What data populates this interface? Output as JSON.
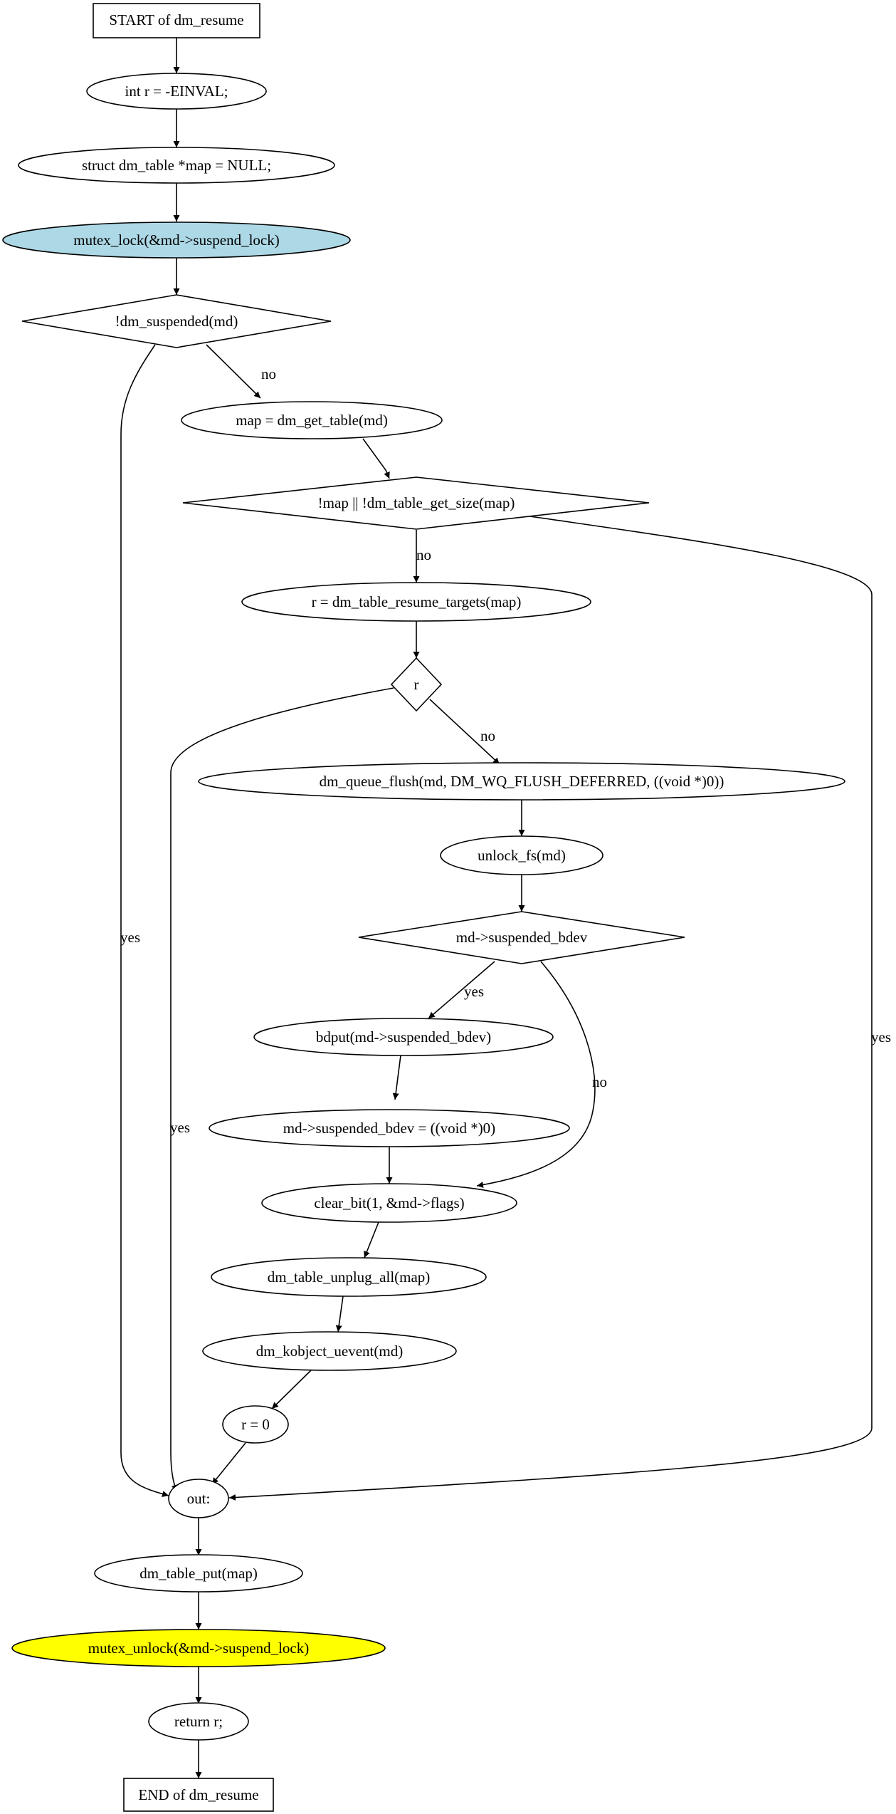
{
  "nodes": {
    "start": "START of dm_resume",
    "init_r": "int r = -EINVAL;",
    "init_map": "struct dm_table *map = NULL;",
    "lock": "mutex_lock(&md->suspend_lock)",
    "cond_suspended": "!dm_suspended(md)",
    "get_table": "map = dm_get_table(md)",
    "cond_map": "!map || !dm_table_get_size(map)",
    "resume_targets": "r = dm_table_resume_targets(map)",
    "cond_r": "r",
    "queue_flush": "dm_queue_flush(md, DM_WQ_FLUSH_DEFERRED, ((void *)0))",
    "unlock_fs": "unlock_fs(md)",
    "cond_bdev": "md->suspended_bdev",
    "bdput": "bdput(md->suspended_bdev)",
    "bdev_null": "md->suspended_bdev = ((void *)0)",
    "clear_bit": "clear_bit(1, &md->flags)",
    "unplug": "dm_table_unplug_all(map)",
    "uevent": "dm_kobject_uevent(md)",
    "r_zero": "r = 0",
    "out": "out:",
    "table_put": "dm_table_put(map)",
    "unlock": "mutex_unlock(&md->suspend_lock)",
    "ret": "return r;",
    "end": "END of dm_resume"
  },
  "edges": {
    "suspended_no": "no",
    "suspended_yes": "yes",
    "map_no": "no",
    "map_yes": "yes",
    "r_no": "no",
    "r_yes": "yes",
    "bdev_yes": "yes",
    "bdev_no": "no"
  },
  "colors": {
    "lock_fill": "#add8e6",
    "unlock_fill": "#ffff00",
    "default_fill": "#ffffff",
    "stroke": "#000000"
  }
}
